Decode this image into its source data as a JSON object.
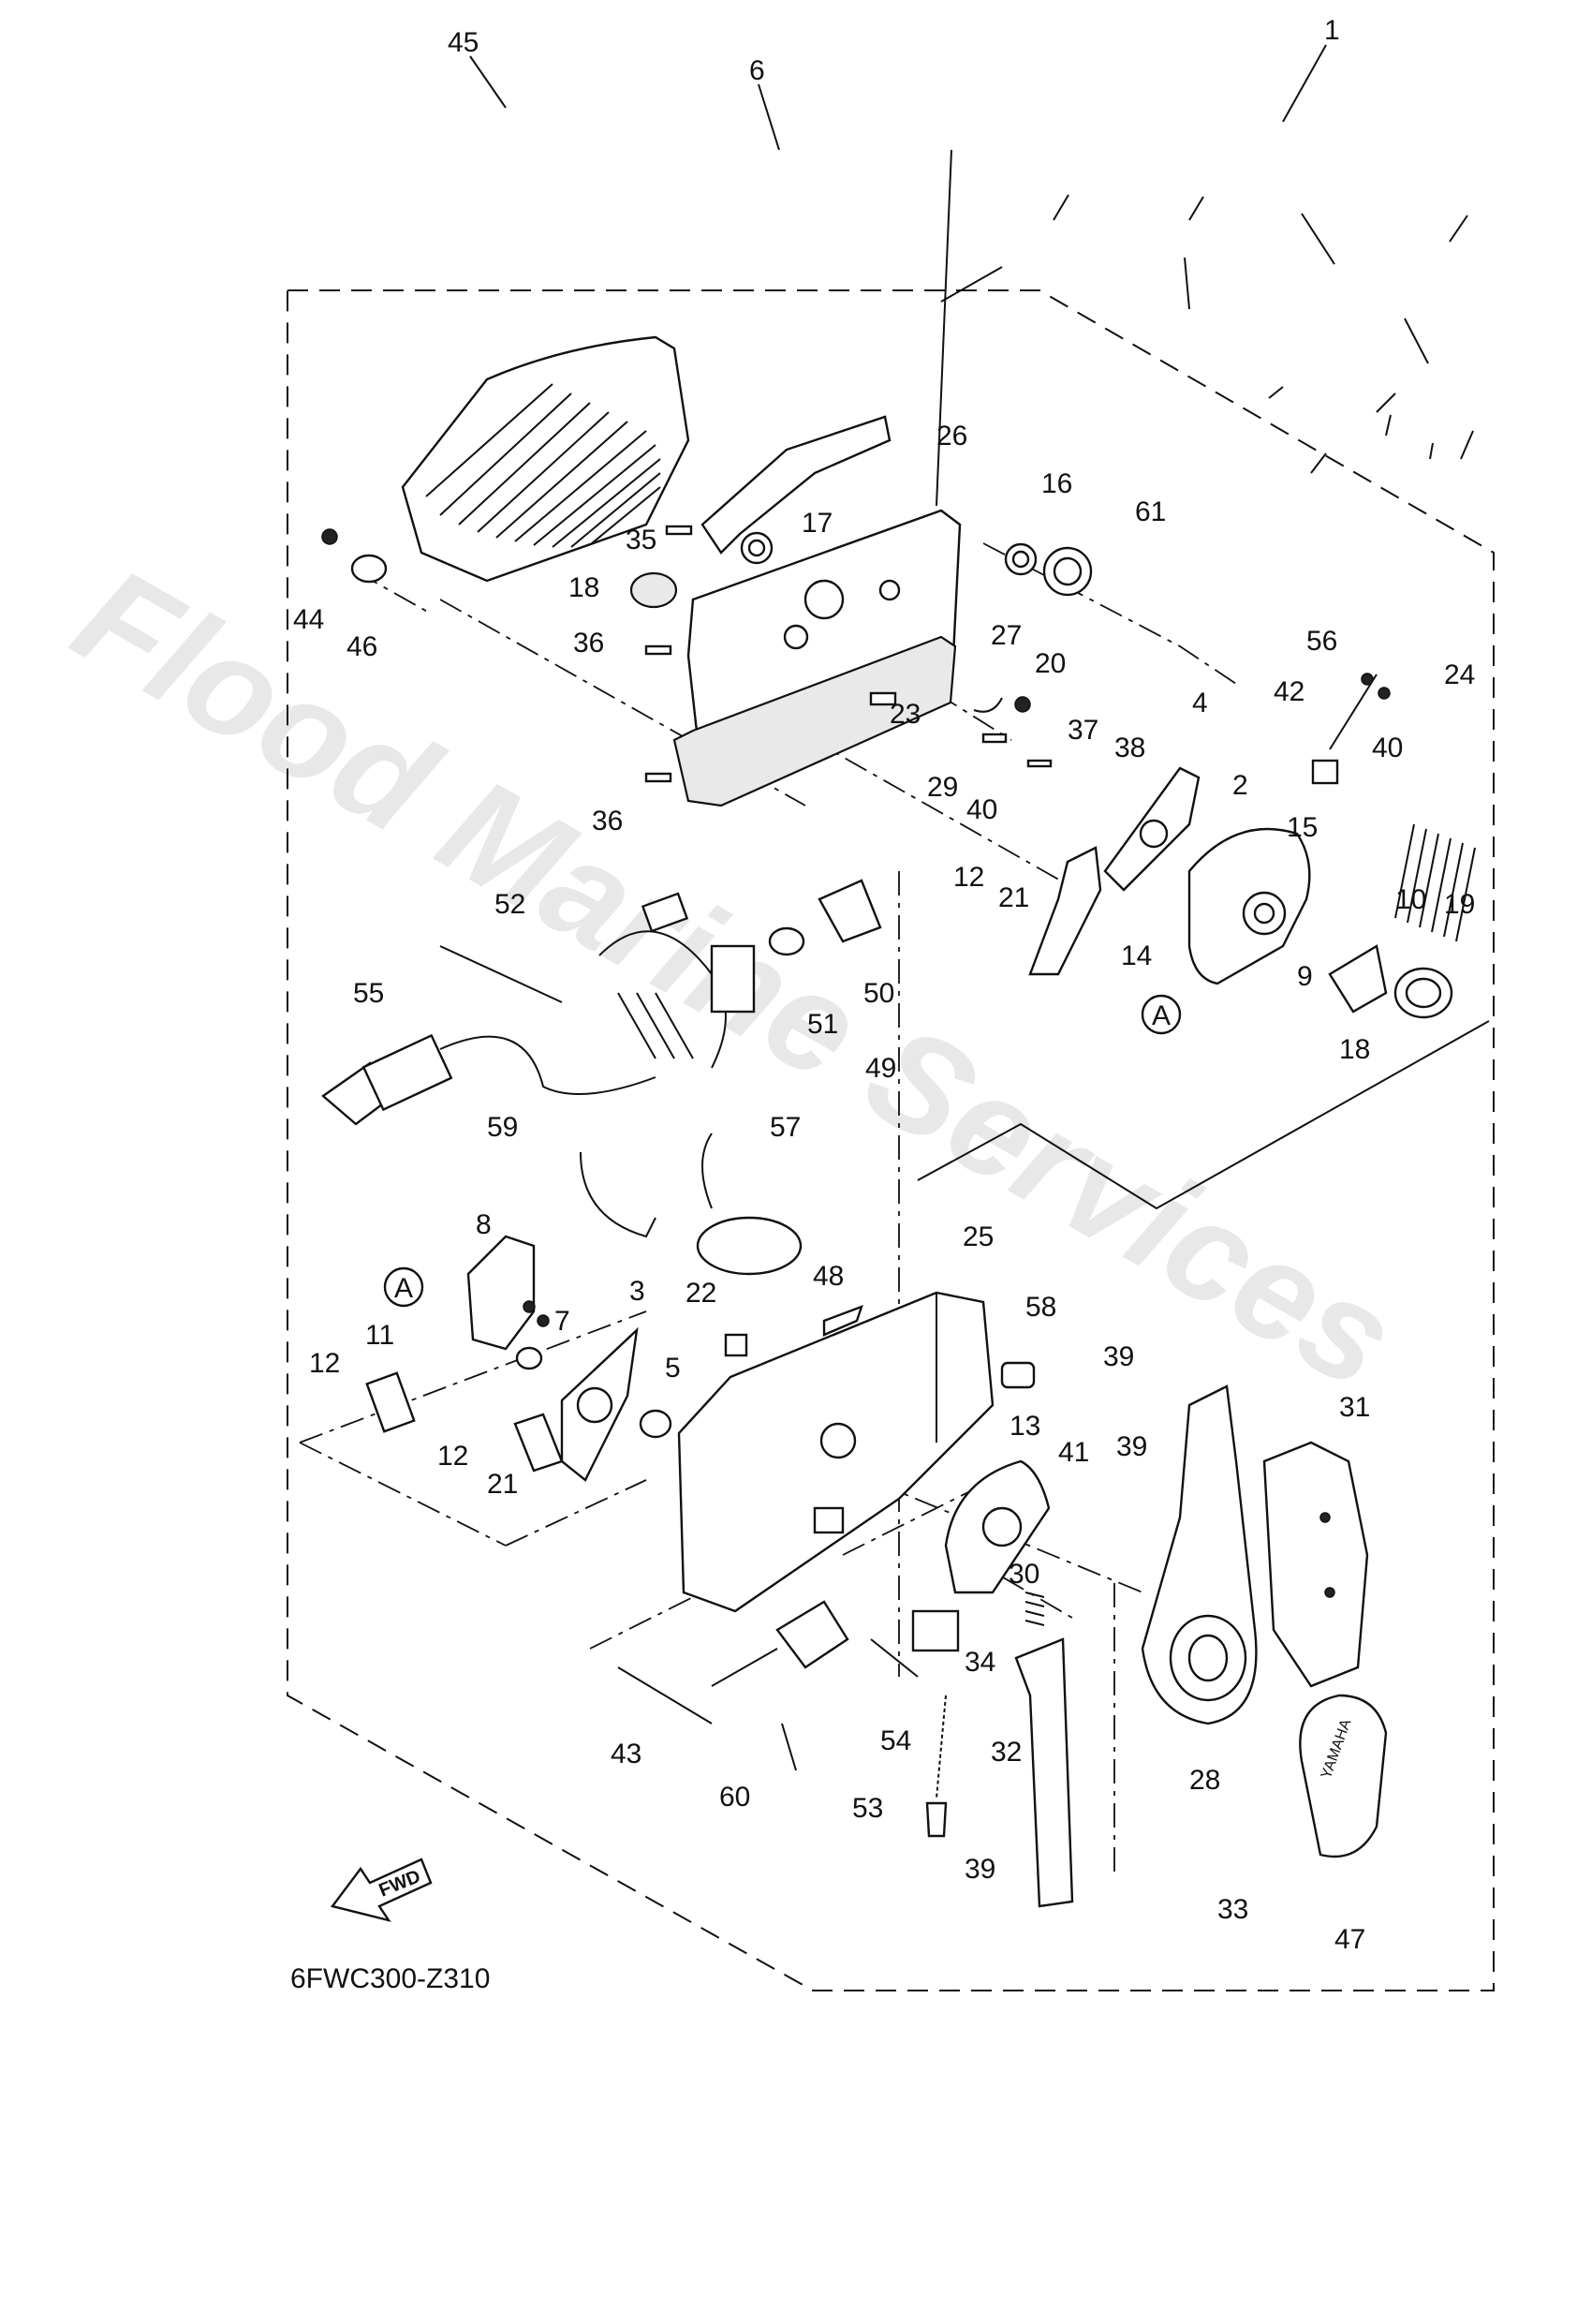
{
  "diagram": {
    "code": "6FWC300-Z310",
    "watermark": "Flood Marine Services",
    "fwd_label": "FWD",
    "marker_label": "A",
    "brand_on_cover": "YAMAHA",
    "callouts": [
      "1",
      "2",
      "3",
      "4",
      "5",
      "6",
      "7",
      "8",
      "9",
      "10",
      "11",
      "12",
      "13",
      "14",
      "15",
      "16",
      "17",
      "18",
      "19",
      "20",
      "21",
      "22",
      "23",
      "24",
      "25",
      "26",
      "27",
      "28",
      "29",
      "30",
      "31",
      "32",
      "33",
      "34",
      "35",
      "36",
      "37",
      "38",
      "39",
      "40",
      "41",
      "42",
      "43",
      "44",
      "45",
      "46",
      "47",
      "48",
      "49",
      "50",
      "51",
      "52",
      "53",
      "54",
      "55",
      "56",
      "57",
      "58",
      "59",
      "60",
      "61"
    ]
  }
}
